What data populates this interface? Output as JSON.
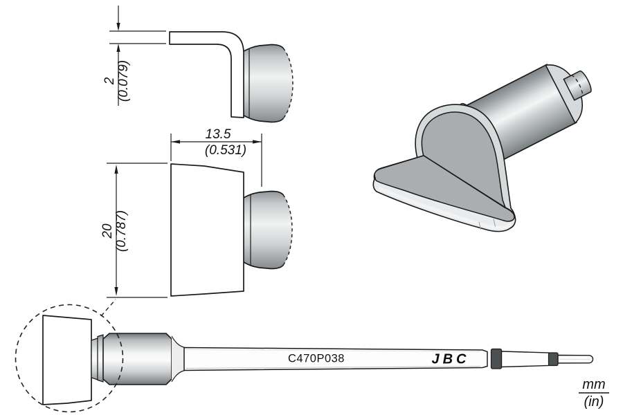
{
  "drawing": {
    "brand": "JBC",
    "model": "C470P038",
    "units": {
      "primary": "mm",
      "secondary": "(in)"
    },
    "dimensions": {
      "blade_thickness": {
        "mm": "2",
        "in": "(0.079)"
      },
      "blade_depth": {
        "mm": "13.5",
        "in": "(0.531)"
      },
      "blade_height": {
        "mm": "20",
        "in": "(0.787)"
      }
    },
    "colors": {
      "outline": "#1a1a1a",
      "metal_light": "#f2f2f2",
      "metal_mid": "#c9cdd0",
      "metal_dark": "#8a8f93",
      "connector_band": "#4d5052",
      "background": "#ffffff"
    }
  }
}
